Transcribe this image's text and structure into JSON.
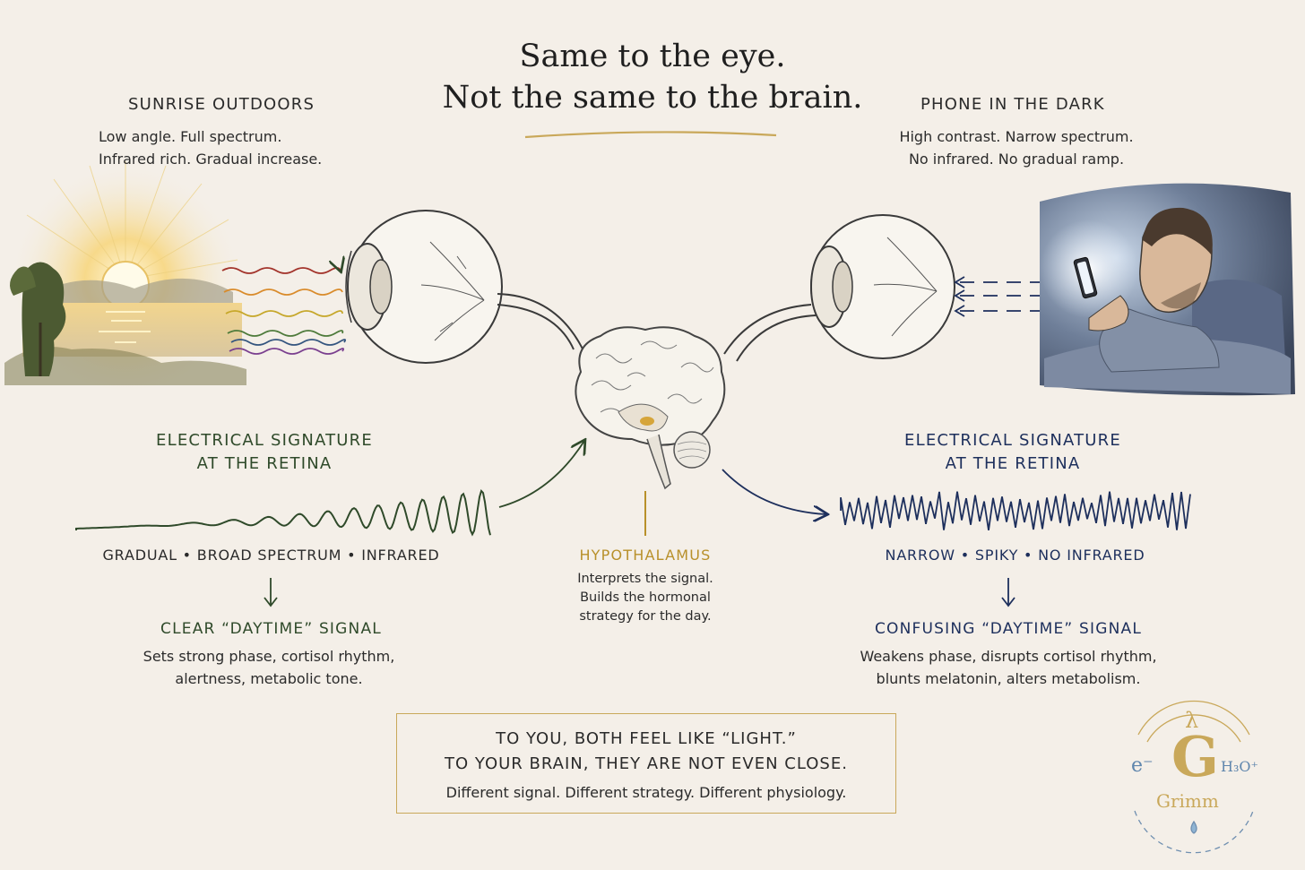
{
  "title": {
    "line1": "Same to the eye.",
    "line2": "Not the same to the brain."
  },
  "left": {
    "heading": "SUNRISE OUTDOORS",
    "desc1": "Low angle. Full spectrum.",
    "desc2": "Infrared rich. Gradual increase.",
    "signature_line1": "ELECTRICAL SIGNATURE",
    "signature_line2": "AT THE RETINA",
    "traits": "GRADUAL • BROAD SPECTRUM • INFRARED",
    "result": "CLEAR “DAYTIME” SIGNAL",
    "effect1": "Sets strong phase, cortisol rhythm,",
    "effect2": "alertness, metabolic tone."
  },
  "right": {
    "heading": "PHONE IN THE DARK",
    "desc1": "High contrast. Narrow spectrum.",
    "desc2": "No infrared. No gradual ramp.",
    "signature_line1": "ELECTRICAL SIGNATURE",
    "signature_line2": "AT THE RETINA",
    "traits": "NARROW • SPIKY • NO INFRARED",
    "result": "CONFUSING “DAYTIME” SIGNAL",
    "effect1": "Weakens phase, disrupts cortisol rhythm,",
    "effect2": "blunts melatonin, alters metabolism."
  },
  "center": {
    "label": "HYPOTHALAMUS",
    "desc1": "Interprets the signal.",
    "desc2": "Builds the hormonal",
    "desc3": "strategy for the day."
  },
  "summary": {
    "line1": "TO YOU, BOTH FEEL LIKE “LIGHT.”",
    "line2": "TO YOUR BRAIN, THEY ARE NOT EVEN CLOSE.",
    "line3": "Different signal. Different strategy. Different physiology."
  },
  "logo": {
    "top": "λ",
    "letter": "G",
    "left": "e⁻",
    "right": "H₃O⁺",
    "name": "Grimm"
  },
  "colors": {
    "background": "#f4efe8",
    "green": "#2f4a2a",
    "navy": "#1d2f5c",
    "gold": "#b8902a"
  }
}
